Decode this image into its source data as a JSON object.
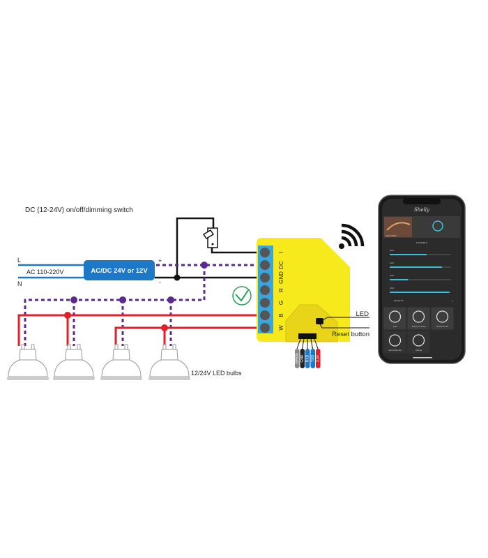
{
  "labels": {
    "switch_title": "DC (12-24V) on/off/dimming switch",
    "line_l": "L",
    "line_n": "N",
    "ac_input": "AC 110-220V",
    "psu": "AC/DC 24V or 12V",
    "plus": "+",
    "minus": "-",
    "bulbs": "12/24V LED bulbs",
    "led": "LED",
    "reset": "Reset button"
  },
  "terminals": [
    "I",
    "DC",
    "GND",
    "R",
    "G",
    "B",
    "W"
  ],
  "pins": [
    {
      "label": "GPIO0",
      "color": "#8a8a8a"
    },
    {
      "label": "GND",
      "color": "#222222"
    },
    {
      "label": "RXD",
      "color": "#1e78c8"
    },
    {
      "label": "TXD",
      "color": "#1e78c8"
    },
    {
      "label": "3.3V",
      "color": "#e02030"
    }
  ],
  "phone": {
    "brand": "Shelly",
    "device": "LED STRIP",
    "section": "CHANNELS",
    "channels": [
      {
        "label": "CH1",
        "level": 0.6
      },
      {
        "label": "CH2",
        "level": 0.85
      },
      {
        "label": "CH3",
        "level": 0.3
      },
      {
        "label": "CH4",
        "level": 0.97
      }
    ],
    "effects": "EFFECTS",
    "tiles": [
      "Timer",
      "Weekly schedule",
      "Sunrise/Sunset",
      "Internet/Security",
      "Settings"
    ]
  },
  "colors": {
    "blue": "#1e78c8",
    "purple": "#5b2a91",
    "red": "#e3202a",
    "yellow": "#f6ea1c",
    "terminal": "#3aa4dc"
  }
}
